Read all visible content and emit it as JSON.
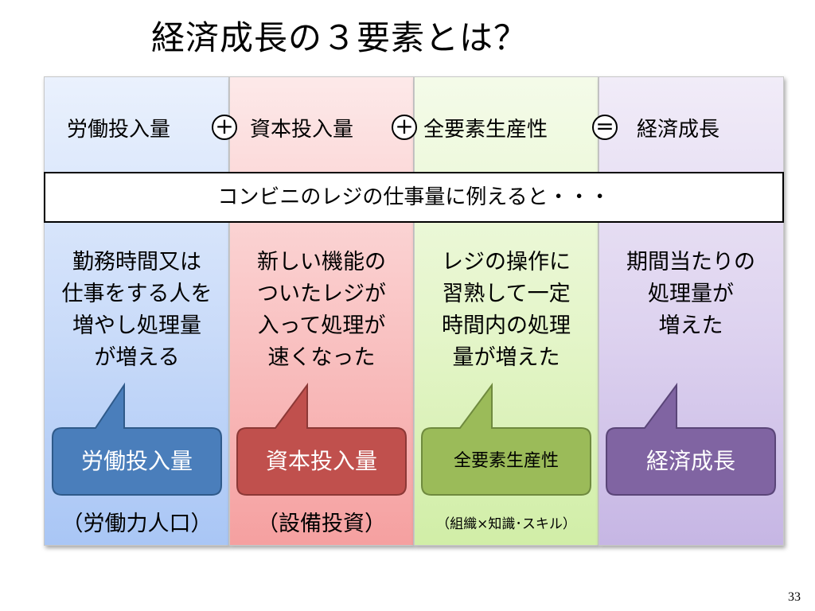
{
  "title": "経済成長の３要素とは？",
  "equation": {
    "terms": [
      "労働投入量",
      "資本投入量",
      "全要素生産性",
      "経済成長"
    ],
    "operators": [
      "+",
      "+",
      "="
    ]
  },
  "banner": "コンビニのレジの仕事量に例えると・・・",
  "columns": [
    {
      "desc": [
        "勤務時間又は",
        "仕事をする人を",
        "増やし処理量",
        "が増える"
      ],
      "callout": "労働投入量",
      "sub": "（労働力人口）",
      "color": "#4a7ebb"
    },
    {
      "desc": [
        "新しい機能の",
        "ついたレジが",
        "入って処理が",
        "速くなった"
      ],
      "callout": "資本投入量",
      "sub": "（設備投資）",
      "color": "#c0504d"
    },
    {
      "desc": [
        "レジの操作に",
        "習熟して一定",
        "時間内の処理",
        "量が増えた"
      ],
      "callout": "全要素生産性",
      "sub": "（組織×知識･スキル）",
      "color": "#9bbb59"
    },
    {
      "desc": [
        "期間当たりの",
        "処理量が",
        "増えた"
      ],
      "callout": "経済成長",
      "sub": "",
      "color": "#8064a2"
    }
  ],
  "page_number": "33"
}
